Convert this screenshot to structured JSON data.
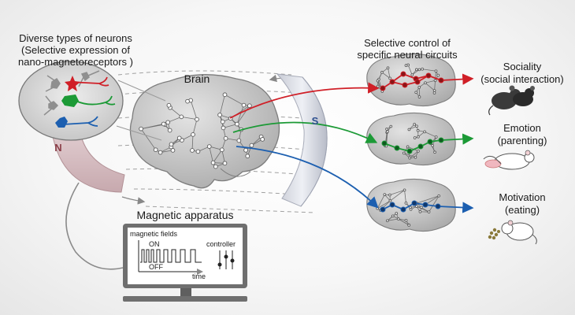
{
  "neurons": {
    "title_line1": "Diverse types of neurons",
    "title_line2": "(Selective expression of",
    "title_line3": "nano-magnetoreceptors )",
    "colors": [
      "#d01f27",
      "#1c9a36",
      "#1c5fb0"
    ]
  },
  "brain": {
    "label": "Brain"
  },
  "magnet": {
    "north_label": "N",
    "south_label": "S"
  },
  "circuits": {
    "title_line1": "Selective control of",
    "title_line2": "specific neural circuits"
  },
  "behaviors": [
    {
      "line1": "Sociality",
      "line2": "(social interaction)",
      "color": "#d01f27"
    },
    {
      "line1": "Emotion",
      "line2": "(parenting)",
      "color": "#1c9a36"
    },
    {
      "line1": "Motivation",
      "line2": "(eating)",
      "color": "#1c5fb0"
    }
  ],
  "apparatus": {
    "title": "Magnetic apparatus",
    "fields_label": "magnetic fields",
    "on_label": "ON",
    "off_label": "OFF",
    "time_label": "time",
    "controller_label": "controller"
  }
}
